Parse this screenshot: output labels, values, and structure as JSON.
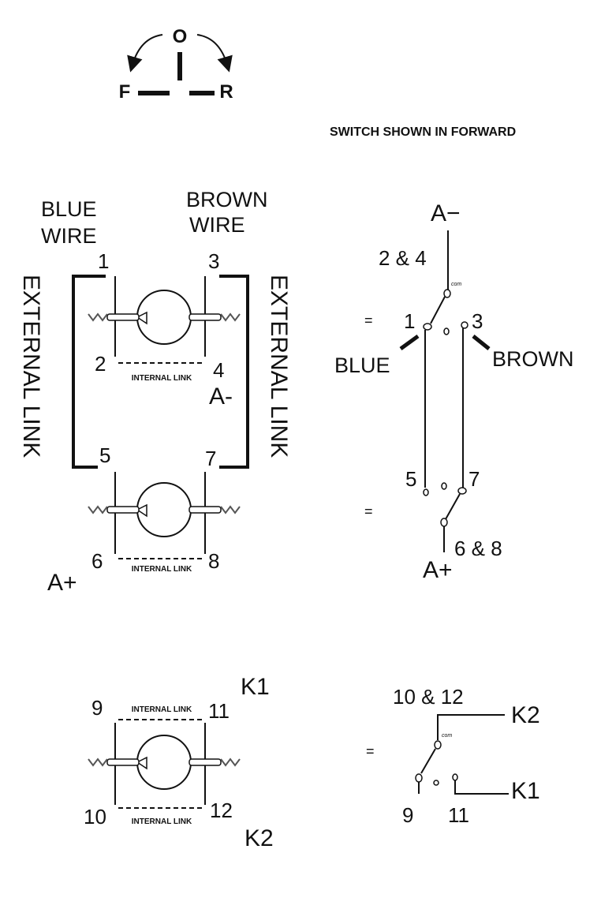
{
  "selector": {
    "top": "O",
    "left": "F",
    "right": "R"
  },
  "caption": "SWITCH SHOWN IN FORWARD",
  "wires": {
    "blue": [
      "BLUE",
      "WIRE"
    ],
    "brown": [
      "BROWN",
      "WIRE"
    ]
  },
  "external_link": "EXTERNAL LINK",
  "internal_link": "INTERNAL LINK",
  "terminals": [
    "1",
    "2",
    "3",
    "4",
    "5",
    "6",
    "7",
    "8",
    "9",
    "10",
    "11",
    "12"
  ],
  "labels": {
    "a_minus_left": "A-",
    "a_plus_left": "A+",
    "k1_left": "K1",
    "k2_left": "K2"
  },
  "schematic": {
    "a_minus": "A−",
    "pair_2_4": "2 & 4",
    "com": "com",
    "eq": "=",
    "t1": "1",
    "t3": "3",
    "blue": "BLUE",
    "brown": "BROWN",
    "t5": "5",
    "t7": "7",
    "pair_6_8": "6 & 8",
    "a_plus": "A+",
    "pair_10_12": "10 & 12",
    "k2": "K2",
    "k1": "K1",
    "t9": "9",
    "t11": "11"
  }
}
